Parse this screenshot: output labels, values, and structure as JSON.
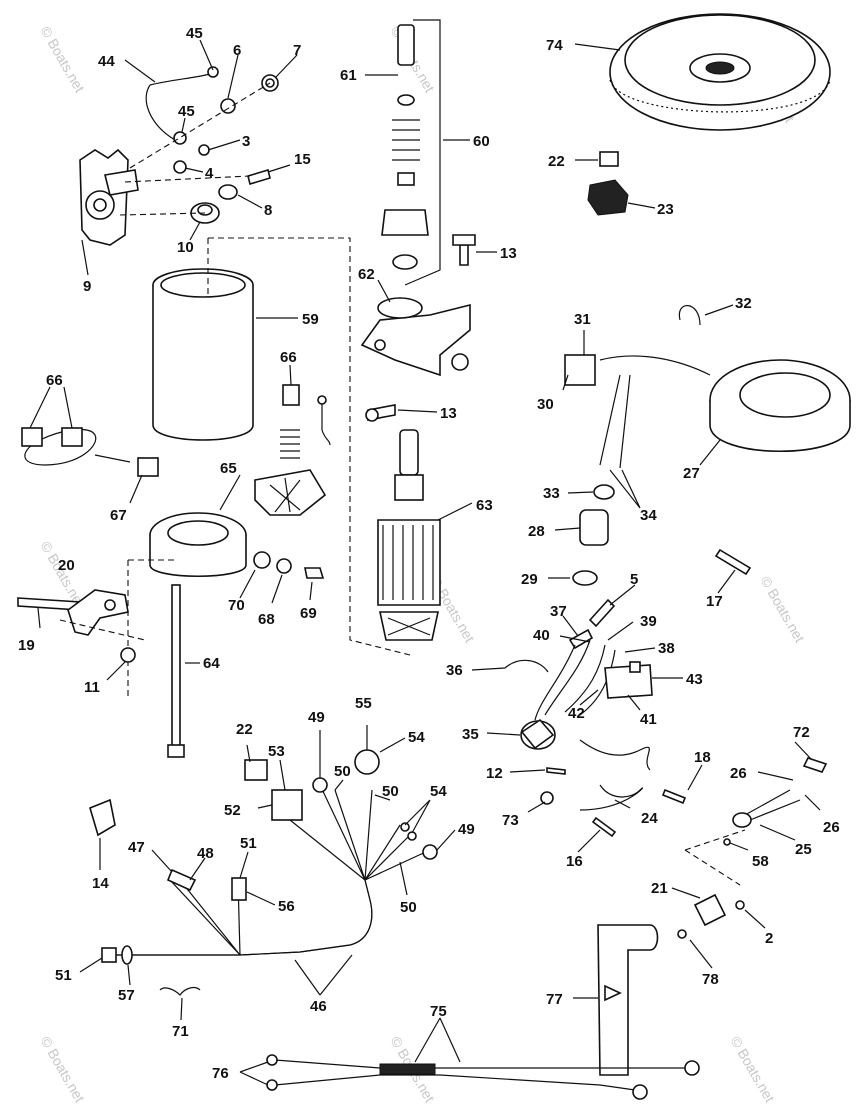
{
  "watermark": "© Boats.net",
  "callouts": [
    "45",
    "6",
    "7",
    "44",
    "45",
    "3",
    "15",
    "4",
    "8",
    "10",
    "9",
    "61",
    "60",
    "13",
    "62",
    "13",
    "59",
    "66",
    "66",
    "65",
    "67",
    "20",
    "19",
    "11",
    "70",
    "68",
    "69",
    "64",
    "63",
    "74",
    "22",
    "23",
    "31",
    "32",
    "30",
    "27",
    "33",
    "34",
    "28",
    "29",
    "5",
    "17",
    "37",
    "39",
    "40",
    "38",
    "36",
    "43",
    "42",
    "41",
    "35",
    "12",
    "18",
    "24",
    "73",
    "16",
    "72",
    "26",
    "26",
    "25",
    "58",
    "21",
    "2",
    "78",
    "77",
    "75",
    "76",
    "22",
    "55",
    "49",
    "54",
    "53",
    "52",
    "50",
    "50",
    "54",
    "49",
    "14",
    "47",
    "48",
    "51",
    "56",
    "50",
    "51",
    "57",
    "46",
    "71"
  ]
}
